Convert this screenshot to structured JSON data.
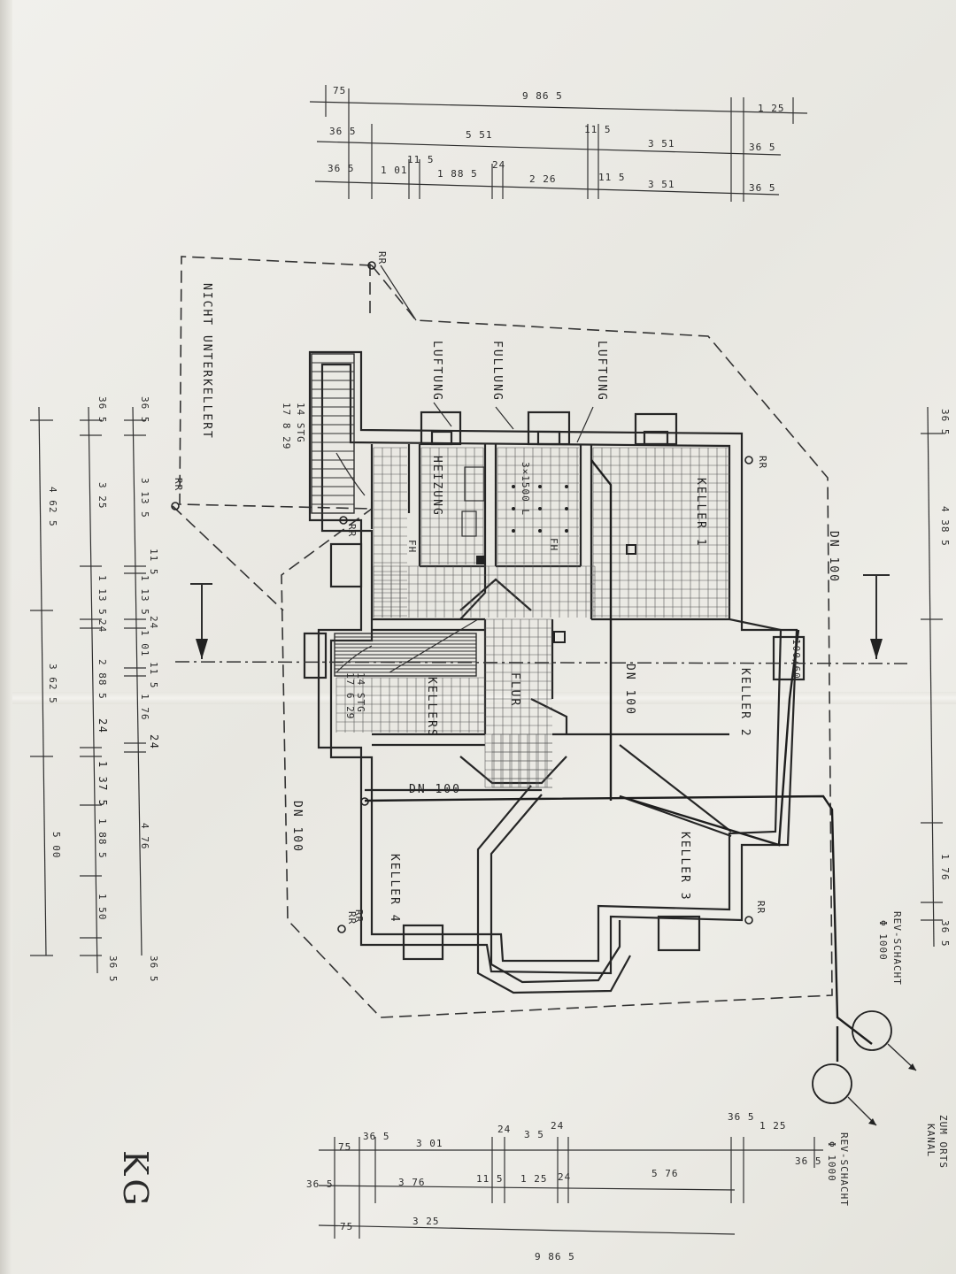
{
  "drawing": {
    "sheet_label": "KG",
    "rooms": {
      "keller1": "KELLER 1",
      "keller2": "KELLER 2",
      "keller3": "KELLER 3",
      "keller4": "KELLER 4",
      "heizung": "HEIZUNG",
      "flur": "FLUR",
      "kellers": "KELLERS",
      "tank": "3×1500 L"
    },
    "annotations": {
      "luftung_1": "LUFTUNG",
      "fullung": "FULLUNG",
      "luftung_2": "LUFTUNG",
      "nicht_unterkellert": "NICHT UNTERKELLERT",
      "stairs_top_1": "14 STG",
      "stairs_top_2": "17 8 29",
      "stairs_mid_1": "14 STG",
      "stairs_mid_2": "17 6 29",
      "rev_schacht_1": "REV-SCHACHT",
      "rev_schacht_1_dia": "Φ 1000",
      "rev_schacht_2": "REV-SCHACHT",
      "rev_schacht_2_dia": "Φ 1000",
      "zum_kanal_1": "ZUM ORTS",
      "zum_kanal_2": "KANAL",
      "dn100_a": "DN 100",
      "dn100_b": "DN 100",
      "dn100_c": "DN 100",
      "dn100_d": "DN 100",
      "window_size": "100/60",
      "fh_1": "FH",
      "fh_2": "FH",
      "rr": [
        "RR",
        "RR",
        "RR",
        "RR",
        "RR",
        "RR",
        "RR"
      ]
    },
    "dims_top": {
      "row1": [
        "75",
        "9 86 5",
        "1 25"
      ],
      "row2": [
        "36 5",
        "5 51",
        "11 5",
        "3 51",
        "36 5"
      ],
      "row3": [
        "36 5",
        "1 01",
        "11 5",
        "1 88 5",
        "24",
        "2 26",
        "11 5",
        "3 51",
        "36 5"
      ]
    },
    "dims_left": {
      "col1": [
        "36 5",
        "3 13 5",
        "11 5",
        "1 13 5",
        "24",
        "1 01",
        "11 5",
        "1 76",
        "24",
        "4 76"
      ],
      "col2": [
        "36 5",
        "3 25",
        "1 13 5",
        "24",
        "2 88 5",
        "24",
        "1 37 5",
        "1 88 5",
        "1 50",
        "36 5",
        "36 5"
      ],
      "col3": [
        "4 62 5",
        "3 62 5",
        "5 00"
      ]
    },
    "dims_bottom": {
      "row1": [
        "75",
        "36 5",
        "3 01",
        "24",
        "3 5",
        "24",
        "36 5",
        "1 25"
      ],
      "row2": [
        "36 5",
        "3 76",
        "11 5",
        "1 25",
        "24",
        "5 76",
        "36 5"
      ],
      "row3": [
        "75",
        "3 25",
        "9 86 5"
      ]
    },
    "dims_right": [
      "36 5",
      "4 38 5",
      "1 76",
      "36 5"
    ]
  }
}
